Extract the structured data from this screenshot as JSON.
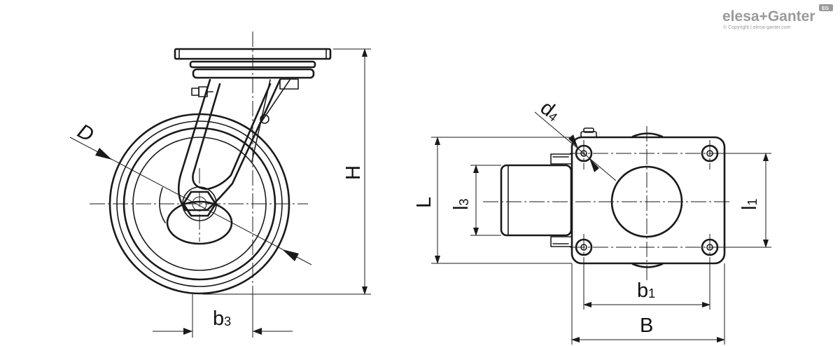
{
  "brand": {
    "name": "elesa+Ganter",
    "badge": "EG",
    "copyright": "© Copyright | elesa-ganter.com"
  },
  "side_view": {
    "labels": {
      "diameter": "D",
      "height": "H",
      "b3": {
        "main": "b",
        "sub": "3"
      }
    }
  },
  "top_view": {
    "labels": {
      "d4": {
        "main": "d",
        "sub": "4"
      },
      "L": "L",
      "l3": {
        "main": "l",
        "sub": "3"
      },
      "l1": {
        "main": "l",
        "sub": "1"
      },
      "b1": {
        "main": "b",
        "sub": "1"
      },
      "B": "B"
    }
  }
}
